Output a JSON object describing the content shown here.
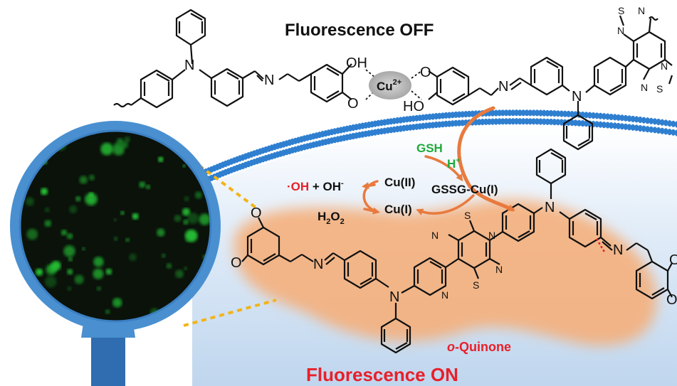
{
  "headline_off": "Fluorescence  OFF",
  "headline_on": "Fluorescence  ON",
  "reagents": {
    "gsh": "GSH",
    "h_plus": "H",
    "h_plus_sup": "+",
    "hydroxyl_radical": "·OH",
    "plus_hydroxide": " + OH",
    "hydroxide_sup": "-",
    "cu_ii": "Cu(II)",
    "cu_i": "Cu(I)",
    "h2o2_main": "H",
    "h2o2_sub1": "2",
    "h2o2_o": "O",
    "h2o2_sub2": "2",
    "gssg_cu": "GSSG-Cu(I)",
    "quinone_italic": "o",
    "quinone_rest": "-Quinone"
  },
  "atoms": {
    "n": "N",
    "o": "O",
    "s": "S",
    "oh": "OH",
    "ho": "HO",
    "cu": "Cu",
    "cu_sup": "2+"
  },
  "colors": {
    "red_label": "#e8202a",
    "green_label": "#1faa3a",
    "orange_arrow": "#e87a3e",
    "membrane_blue": "#2f7fd0",
    "glow_orange": "#f6b27a",
    "lens_blue": "#4a90d0"
  }
}
